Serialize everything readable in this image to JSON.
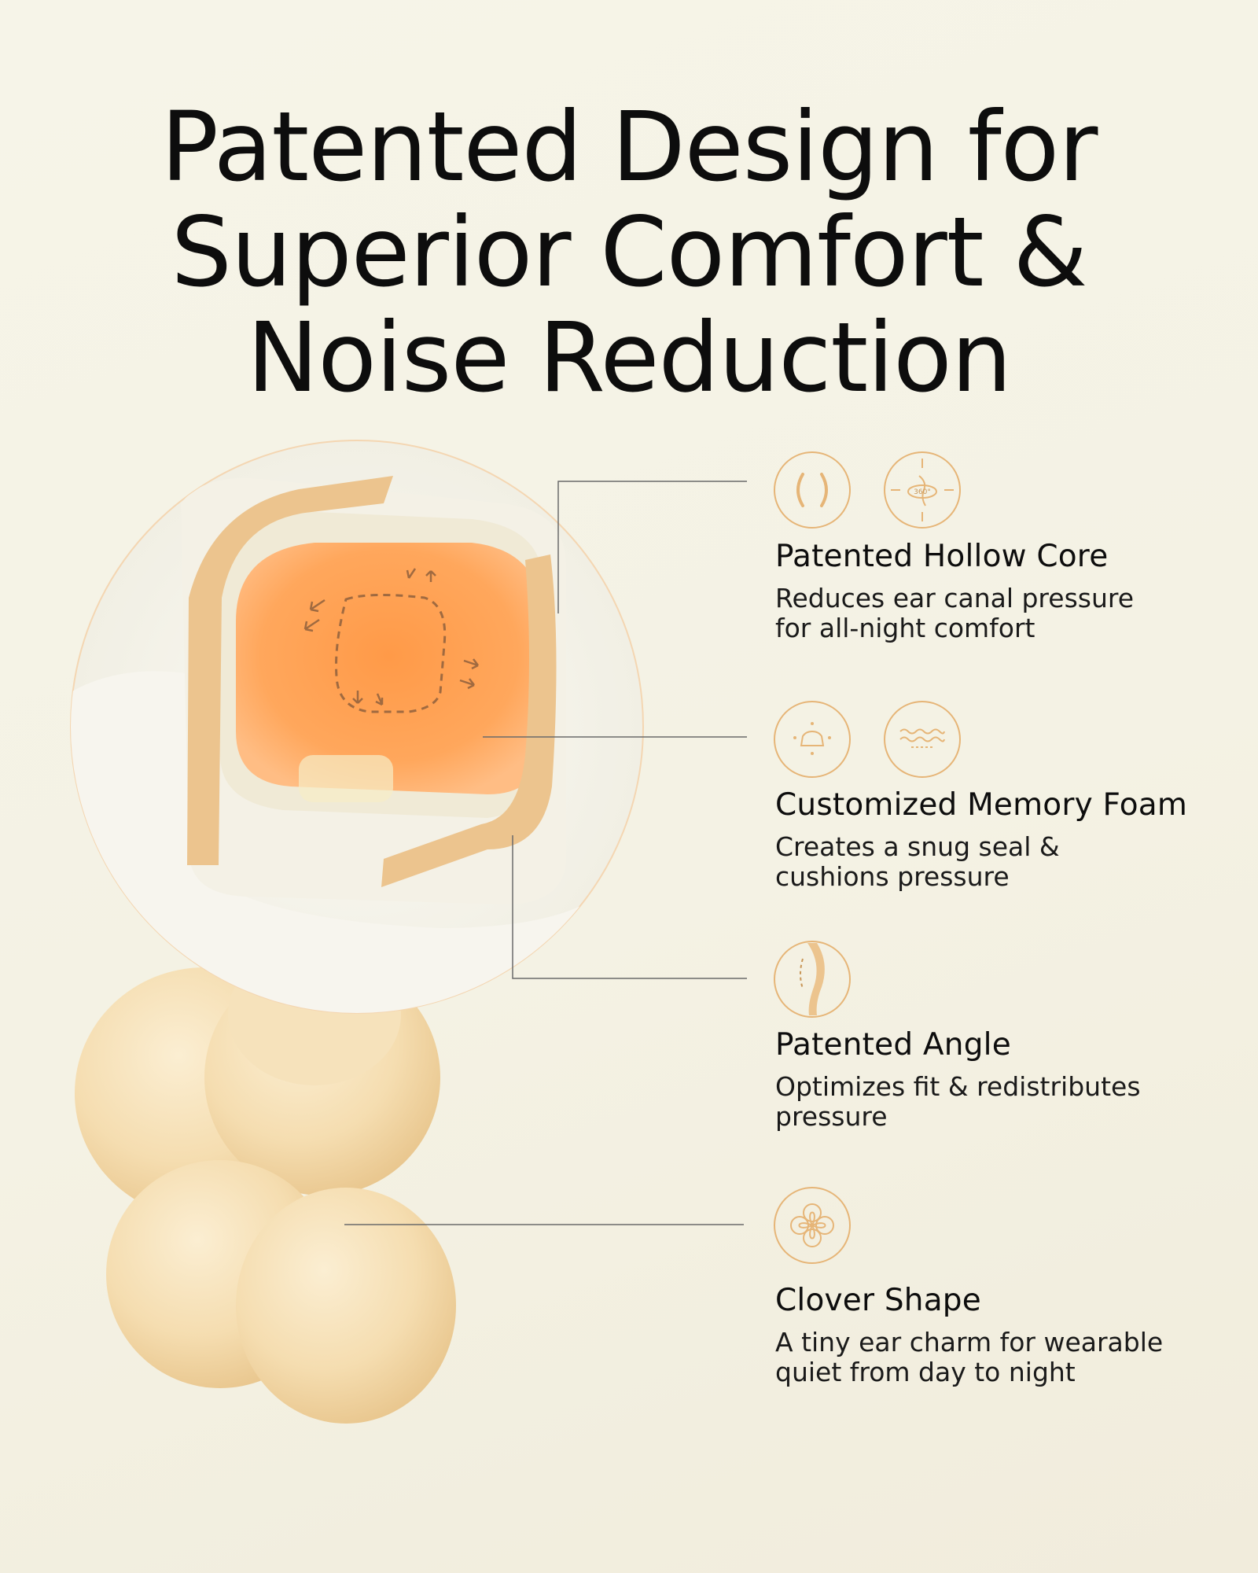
{
  "headline": {
    "line1": "Patented Design for",
    "line2": "Superior Comfort &",
    "line3": "Noise Reduction"
  },
  "features": [
    {
      "title": "Patented Hollow Core",
      "line1": "Reduces ear canal pressure",
      "line2": "for all-night comfort",
      "icons": [
        "hollow-core-icon",
        "rotation-360-icon"
      ],
      "icon_label": "360°"
    },
    {
      "title": "Customized Memory Foam",
      "line1": "Creates a snug seal &",
      "line2": "cushions pressure",
      "icons": [
        "memory-foam-icon",
        "sound-wave-icon"
      ]
    },
    {
      "title": "Patented Angle",
      "line1": "Optimizes fit & redistributes",
      "line2": "pressure",
      "icons": [
        "angle-icon"
      ]
    },
    {
      "title": "Clover Shape",
      "line1": "A tiny ear charm for wearable",
      "line2": "quiet from day to night",
      "icons": [
        "clover-icon"
      ]
    }
  ],
  "colors": {
    "background": "#f5f3e6",
    "text": "#0d0d0d",
    "accent": "#e8b77c",
    "orange_core": "#ff9a4a",
    "clover": "#f7e3bf",
    "line": "#6a6a6a"
  }
}
